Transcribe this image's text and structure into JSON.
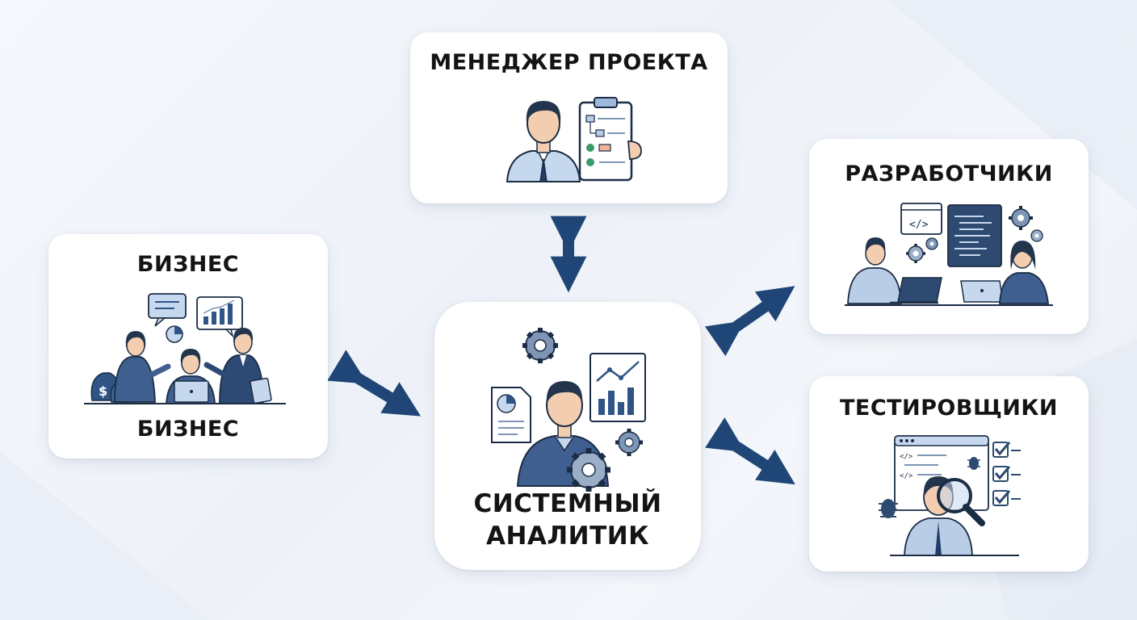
{
  "nodes": {
    "manager": {
      "title": "МЕНЕДЖЕР ПРОЕКТА"
    },
    "business": {
      "title": "БИЗНЕС",
      "caption": "БИЗНЕС"
    },
    "developers": {
      "title": "РАЗРАБОТЧИКИ"
    },
    "testers": {
      "title": "ТЕСТИРОВЩИКИ"
    },
    "analyst": {
      "title_line1": "СИСТЕМНЫЙ",
      "title_line2": "АНАЛИТИК"
    }
  },
  "icons": {
    "manager": [
      "manager-person-icon",
      "clipboard-flowchart-icon"
    ],
    "business": [
      "speech-bubble-icon",
      "pie-chart-icon",
      "bar-chart-icon",
      "money-bag-icon",
      "laptop-icon",
      "tablet-icon"
    ],
    "developers": [
      "code-window-icon",
      "code-editor-icon",
      "gear-icon",
      "laptop-icon"
    ],
    "testers": [
      "browser-code-icon",
      "magnifier-icon",
      "bug-icon",
      "checklist-icon"
    ],
    "analyst": [
      "analyst-person-icon",
      "document-chart-icon",
      "line-bar-chart-icon",
      "gear-icon"
    ]
  },
  "colors": {
    "arrow": "#1f4677",
    "accent": "#2f5486",
    "light_blue": "#b9cde6",
    "skin": "#f3cdb0",
    "hair": "#23354d",
    "check": "#3a9b6a"
  }
}
